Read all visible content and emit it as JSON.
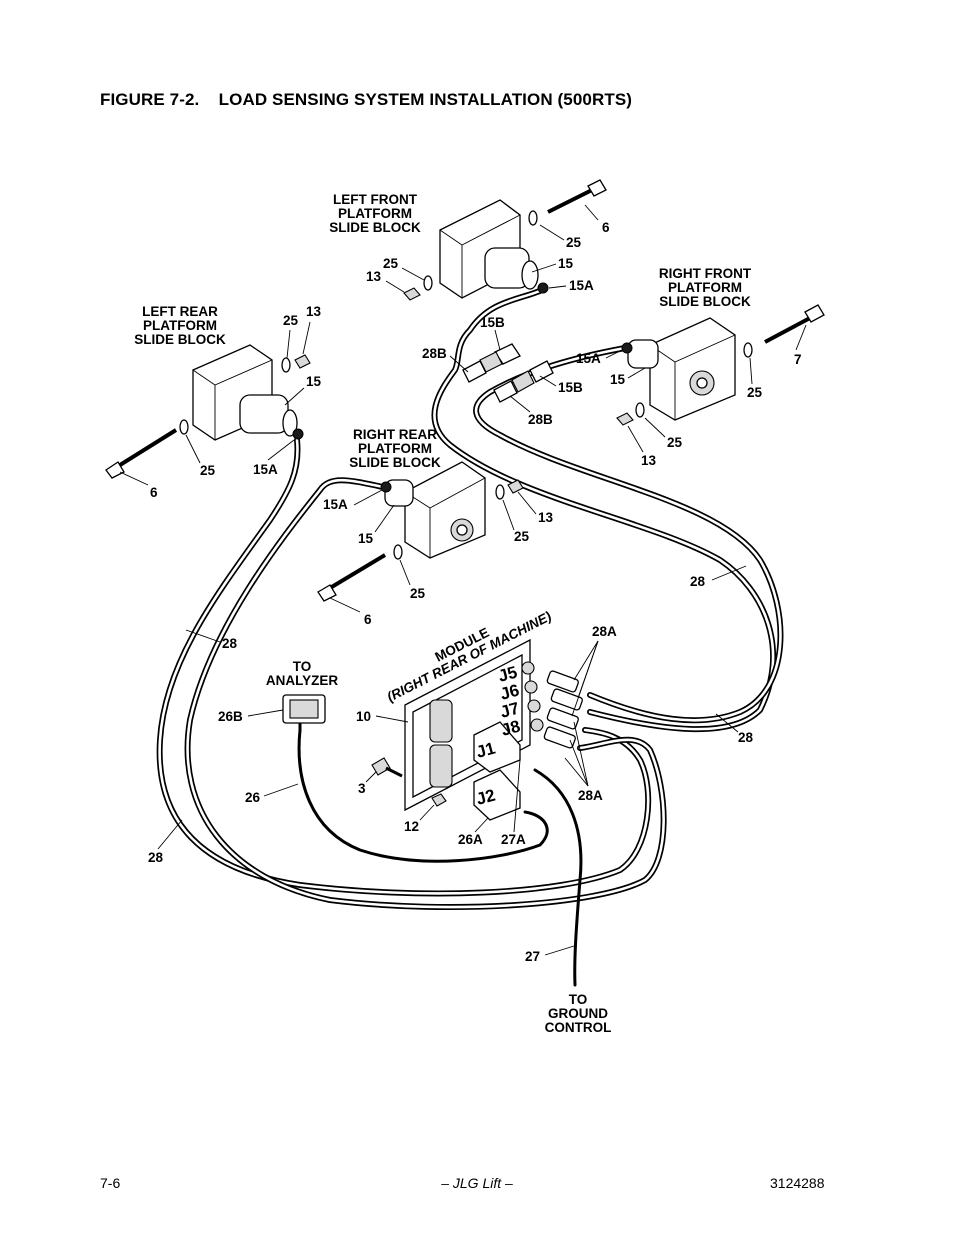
{
  "figure": {
    "title": "FIGURE 7-2.    LOAD SENSING SYSTEM INSTALLATION (500RTS)"
  },
  "labels": {
    "left_front_block": [
      "LEFT FRONT",
      "PLATFORM",
      "SLIDE BLOCK"
    ],
    "right_front_block": [
      "RIGHT FRONT",
      "PLATFORM",
      "SLIDE BLOCK"
    ],
    "left_rear_block": [
      "LEFT REAR",
      "PLATFORM",
      "SLIDE BLOCK"
    ],
    "right_rear_block": [
      "RIGHT REAR",
      "PLATFORM",
      "SLIDE BLOCK"
    ],
    "module": [
      "MODULE",
      "(RIGHT REAR OF MACHINE)"
    ],
    "to_analyzer": [
      "TO",
      "ANALYZER"
    ],
    "to_ground_control": [
      "TO",
      "GROUND",
      "CONTROL"
    ],
    "jacks": [
      "J5",
      "J6",
      "J7",
      "J8",
      "J1",
      "J2"
    ]
  },
  "callouts": {
    "lf_6": "6",
    "lf_25a": "25",
    "lf_25b": "25",
    "lf_13": "13",
    "lf_15": "15",
    "lf_15a": "15A",
    "rf_7": "7",
    "rf_25a": "25",
    "rf_25b": "25",
    "rf_13": "13",
    "rf_15": "15",
    "rf_15a": "15A",
    "lr_25": "25",
    "lr_13": "13",
    "lr_15": "15",
    "lr_25b": "25",
    "lr_15a": "15A",
    "lr_6": "6",
    "rr_15a": "15A",
    "rr_15": "15",
    "rr_13": "13",
    "rr_25a": "25",
    "rr_25b": "25",
    "rr_6": "6",
    "c_15b_top": "15B",
    "c_28b_top": "28B",
    "c_15b_mid": "15B",
    "c_28b_mid": "28B",
    "c_28_right": "28",
    "c_28_left": "28",
    "c_28_lowright": "28",
    "c_28_bottom": "28",
    "c_28a_top": "28A",
    "c_28a_bottom": "28A",
    "c_26b": "26B",
    "c_26": "26",
    "c_10": "10",
    "c_3": "3",
    "c_12": "12",
    "c_26a": "26A",
    "c_27a": "27A",
    "c_27": "27"
  },
  "footer": {
    "page": "7-6",
    "center": "– JLG Lift –",
    "doc_number": "3124288"
  }
}
